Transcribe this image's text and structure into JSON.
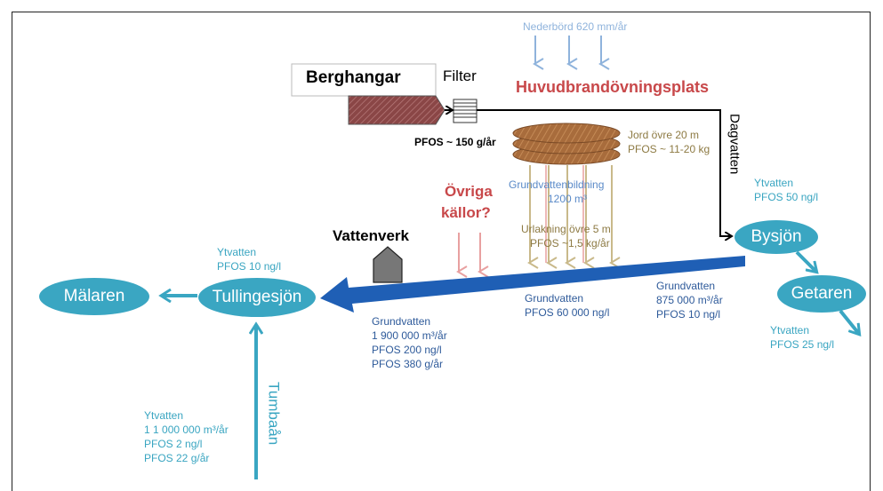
{
  "labels": {
    "nederbord": "Nederbörd 620 mm/år",
    "berghangar": "Berghangar",
    "filter": "Filter",
    "huvudbrand": "Huvudbrandövningsplats",
    "pfos_150": "PFOS ~ 150 g/år",
    "jord_line1": "Jord övre 20 m",
    "jord_line2": "PFOS ~ 11-20 kg",
    "dagvatten": "Dagvatten",
    "ytvatten_bysjon_1": "Ytvatten",
    "ytvatten_bysjon_2": "PFOS 50 ng/l",
    "gvb_line1": "Grundvattenbildning",
    "gvb_line2": "1200 m³",
    "ovriga_line1": "Övriga",
    "ovriga_line2": "källor?",
    "urlak_line1": "Urlakning övre 5 m",
    "urlak_line2": "PFOS ~1,5 kg/år",
    "vattenverk": "Vattenverk",
    "yt_tull_1": "Ytvatten",
    "yt_tull_2": "PFOS 10 ng/l",
    "malaren": "Mälaren",
    "tullingesjon": "Tullingesjön",
    "bysjon": "Bysjön",
    "getaren": "Getaren",
    "gv_mid_1": "Grundvatten",
    "gv_mid_2": "PFOS 60 000 ng/l",
    "gv_right_1": "Grundvatten",
    "gv_right_2": "875 000 m³/år",
    "gv_right_3": "PFOS 10 ng/l",
    "yt_getaren_1": "Ytvatten",
    "yt_getaren_2": "PFOS 25 ng/l",
    "gv_left_1": "Grundvatten",
    "gv_left_2": "1 900 000 m³/år",
    "gv_left_3": "PFOS 200 ng/l",
    "gv_left_4": "PFOS 380 g/år",
    "tumbaan": "Tumbaån",
    "yt_tumba_1": "Ytvatten",
    "yt_tumba_2": "1 1 000 000 m³/år",
    "yt_tumba_3": "PFOS 2 ng/l",
    "yt_tumba_4": "PFOS 22 g/år"
  },
  "colors": {
    "teal": "#3aa6c2",
    "groundwater_blue": "#1f5fb5",
    "red_label": "#c8484a",
    "rain_blue": "#8fb3dc",
    "leach_olive": "#c9b98a",
    "other_sources_pink": "#e8a0a0",
    "hangar_brown": "#8a4646",
    "soil_brown": "#a86c3c",
    "vattenverk_grey": "#777777"
  }
}
